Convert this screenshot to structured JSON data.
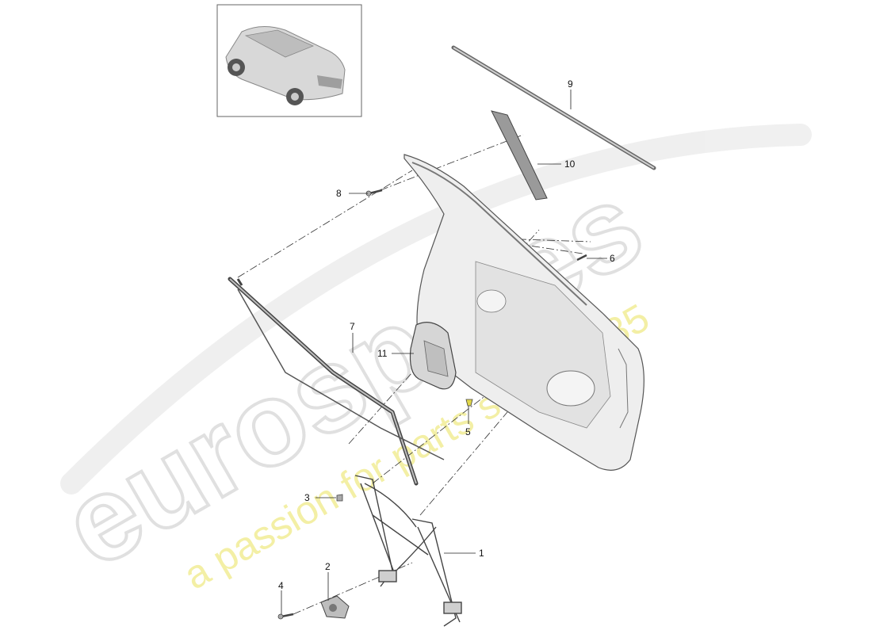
{
  "watermark": {
    "brand": "eurospares",
    "tagline": "a passion for parts since 1985",
    "brand_color": "#e6e6e6",
    "tagline_color": "#f2ee9c"
  },
  "thumbnail": {
    "icon": "car-suv-icon"
  },
  "callouts": [
    {
      "id": "1",
      "label": "1"
    },
    {
      "id": "2",
      "label": "2"
    },
    {
      "id": "3",
      "label": "3"
    },
    {
      "id": "4",
      "label": "4"
    },
    {
      "id": "5",
      "label": "5"
    },
    {
      "id": "6",
      "label": "6"
    },
    {
      "id": "7",
      "label": "7"
    },
    {
      "id": "8",
      "label": "8"
    },
    {
      "id": "9",
      "label": "9"
    },
    {
      "id": "10",
      "label": "10"
    },
    {
      "id": "11",
      "label": "11"
    }
  ]
}
